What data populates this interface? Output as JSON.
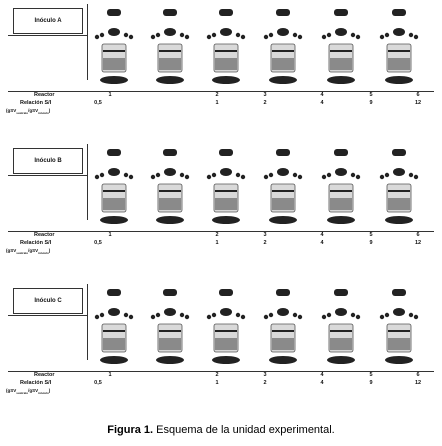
{
  "figure": {
    "caption_label": "Figura 1.",
    "caption_text": " Esquema de la unidad experimental."
  },
  "panels": [
    {
      "inoculum_label": "Inóculo A"
    },
    {
      "inoculum_label": "Inóculo B"
    },
    {
      "inoculum_label": "Inóculo C"
    }
  ],
  "row_labels": {
    "reactor": "Reactor",
    "ratio": "Relación S/I",
    "formula_prefix": "(gSV",
    "formula_sub1": "sustrato",
    "formula_mid": "/gSV",
    "formula_sub2": "inóculo",
    "formula_suffix": ")"
  },
  "reactors": [
    "1",
    "2",
    "3",
    "4",
    "5",
    "6"
  ],
  "ratios": [
    "0,5",
    "1",
    "2",
    "4",
    "9",
    "12"
  ],
  "colors": {
    "dark": "#222222",
    "glass": "#d9d9d9",
    "liquid": "#8a8a8a"
  }
}
